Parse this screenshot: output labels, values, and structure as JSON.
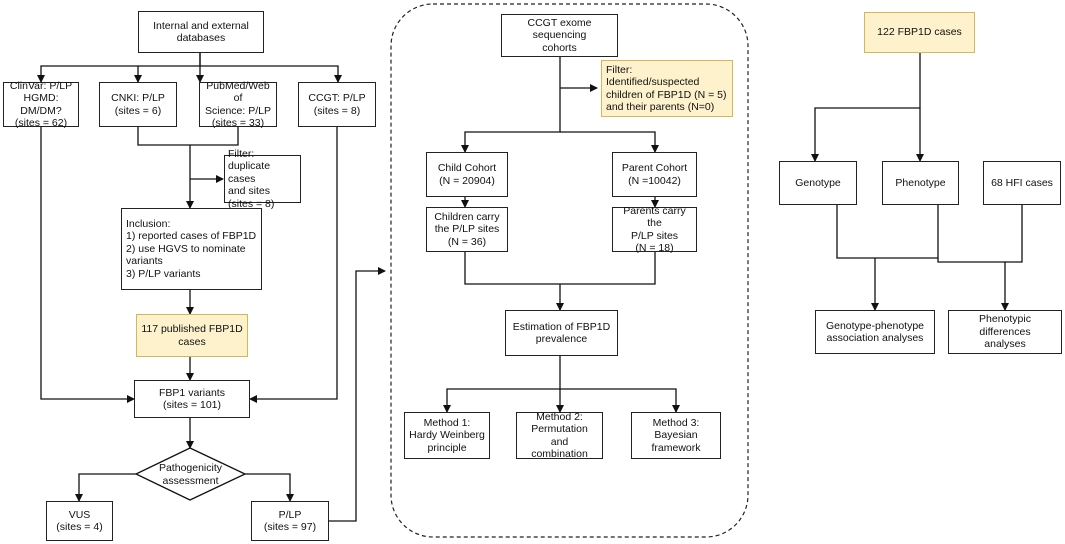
{
  "nodes": {
    "databases": "Internal and external\ndatabases",
    "clinvar": "ClinVar: P/LP\nHGMD: DM/DM?\n(sites = 62)",
    "cnki": "CNKI: P/LP\n(sites = 6)",
    "pubmed": "PubMed/Web of\nScience: P/LP\n(sites = 33)",
    "ccgt_db": "CCGT: P/LP\n(sites = 8)",
    "filter_dup": "Filter:\n duplicate cases\nand sites\n(sites = 8)",
    "inclusion": "Inclusion:\n1) reported cases of FBP1D\n2) use HGVS to nominate\nvariants\n3) P/LP variants",
    "published_cases": "117 published FBP1D\ncases",
    "fbp1_variants": "FBP1  variants\n(sites = 101)",
    "pathogenicity": "Pathogenicity\nassessment",
    "vus": "VUS\n(sites = 4)",
    "plp": "P/LP\n(sites = 97)",
    "ccgt_cohorts": "CCGT exome sequencing\ncohorts",
    "filter_children": "Filter:\nIdentified/suspected\nchildren of FBP1D (N = 5)\nand their parents (N=0)",
    "child_cohort": "Child Cohort\n(N = 20904)",
    "parent_cohort": "Parent Cohort\n(N =10042)",
    "children_carry": "Children carry\nthe P/LP sites\n(N = 36)",
    "parents_carry": "Parents carry the\nP/LP sites\n(N = 18)",
    "estimation": "Estimation of FBP1D\nprevalence",
    "method1": "Method 1:\nHardy Weinberg\nprinciple",
    "method2": "Method 2:\nPermutation and\ncombination",
    "method3": "Method 3:\nBayesian\nframework",
    "fbp1d_cases": "122 FBP1D cases",
    "genotype": "Genotype",
    "phenotype": "Phenotype",
    "hfi_cases": "68 HFI cases",
    "geno_pheno": "Genotype-phenotype\nassociation analyses",
    "pheno_diff": "Phenotypic differences\nanalyses"
  },
  "colors": {
    "highlight_fill": "#fdf2cc",
    "highlight_border": "#d6b656",
    "line": "#111111"
  }
}
